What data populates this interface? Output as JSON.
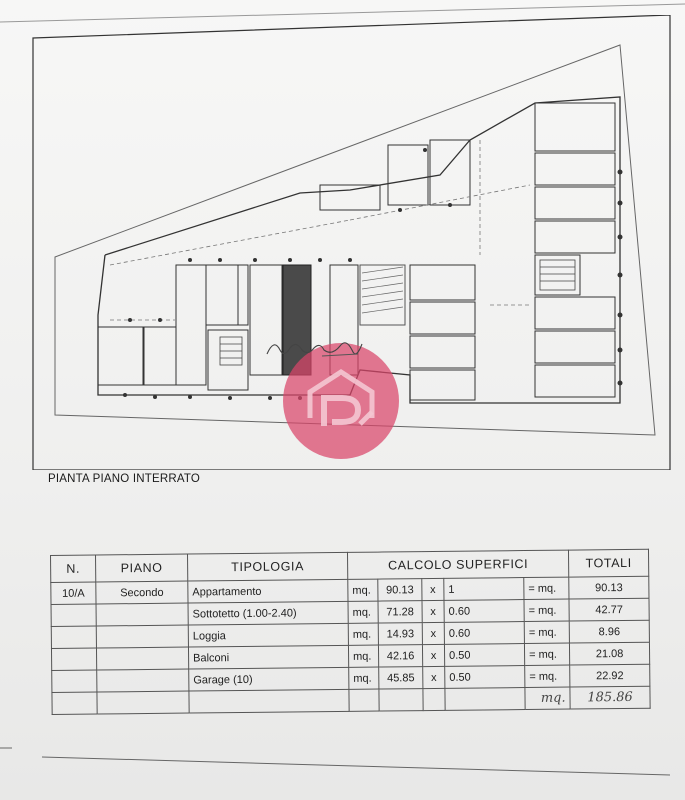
{
  "plan": {
    "title": "PIANTA PIANO INTERRATO"
  },
  "table": {
    "headers": {
      "n": "N.",
      "piano": "PIANO",
      "tipologia": "TIPOLOGIA",
      "calcolo": "CALCOLO SUPERFICI",
      "totali": "TOTALI"
    },
    "rows": [
      {
        "n": "10/A",
        "piano": "Secondo",
        "tipologia": "Appartamento",
        "unit": "mq.",
        "area": "90.13",
        "x": "x",
        "coeff": "1",
        "eq": "= mq.",
        "total": "90.13"
      },
      {
        "n": "",
        "piano": "",
        "tipologia": "Sottotetto (1.00-2.40)",
        "unit": "mq.",
        "area": "71.28",
        "x": "x",
        "coeff": "0.60",
        "eq": "= mq.",
        "total": "42.77"
      },
      {
        "n": "",
        "piano": "",
        "tipologia": "Loggia",
        "unit": "mq.",
        "area": "14.93",
        "x": "x",
        "coeff": "0.60",
        "eq": "= mq.",
        "total": "8.96"
      },
      {
        "n": "",
        "piano": "",
        "tipologia": "Balconi",
        "unit": "mq.",
        "area": "42.16",
        "x": "x",
        "coeff": "0.50",
        "eq": "= mq.",
        "total": "21.08"
      },
      {
        "n": "",
        "piano": "",
        "tipologia": "Garage (10)",
        "unit": "mq.",
        "area": "45.85",
        "x": "x",
        "coeff": "0.50",
        "eq": "= mq.",
        "total": "22.92"
      }
    ],
    "grand_total_unit": "mq.",
    "grand_total": "185.86"
  },
  "colors": {
    "watermark": "#d9456a",
    "highlight": "#3a3a3a"
  }
}
